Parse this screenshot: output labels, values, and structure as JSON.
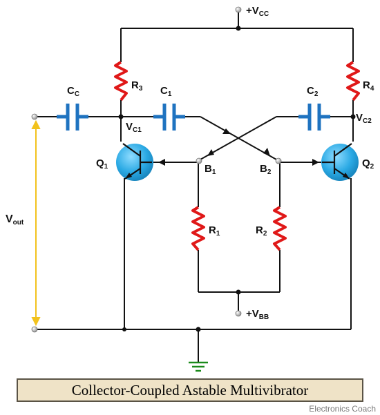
{
  "labels": {
    "vcc": "+V",
    "vcc_sub": "CC",
    "vbb": "+V",
    "vbb_sub": "BB",
    "r3": "R",
    "r3_sub": "3",
    "r4": "R",
    "r4_sub": "4",
    "r1": "R",
    "r1_sub": "1",
    "r2": "R",
    "r2_sub": "2",
    "c1": "C",
    "c1_sub": "1",
    "c2": "C",
    "c2_sub": "2",
    "cc": "C",
    "cc_sub": "C",
    "vc1": "V",
    "vc1_sub": "C1",
    "vc2": "V",
    "vc2_sub": "C2",
    "b1": "B",
    "b1_sub": "1",
    "b2": "B",
    "b2_sub": "2",
    "q1": "Q",
    "q1_sub": "1",
    "q2": "Q",
    "q2_sub": "2",
    "vout": "V",
    "vout_sub": "out"
  },
  "caption": "Collector-Coupled Astable Multivibrator",
  "credit": "Electronics Coach",
  "colors": {
    "wire": "#111111",
    "resistor": "#e01818",
    "capacitor": "#1f73c0",
    "transistor": "#2aa9e4",
    "output_arrow": "#f2c21c",
    "ground": "#1a8a1a",
    "terminal": "#9a9a9a",
    "caption_bg": "#efe3c7"
  }
}
